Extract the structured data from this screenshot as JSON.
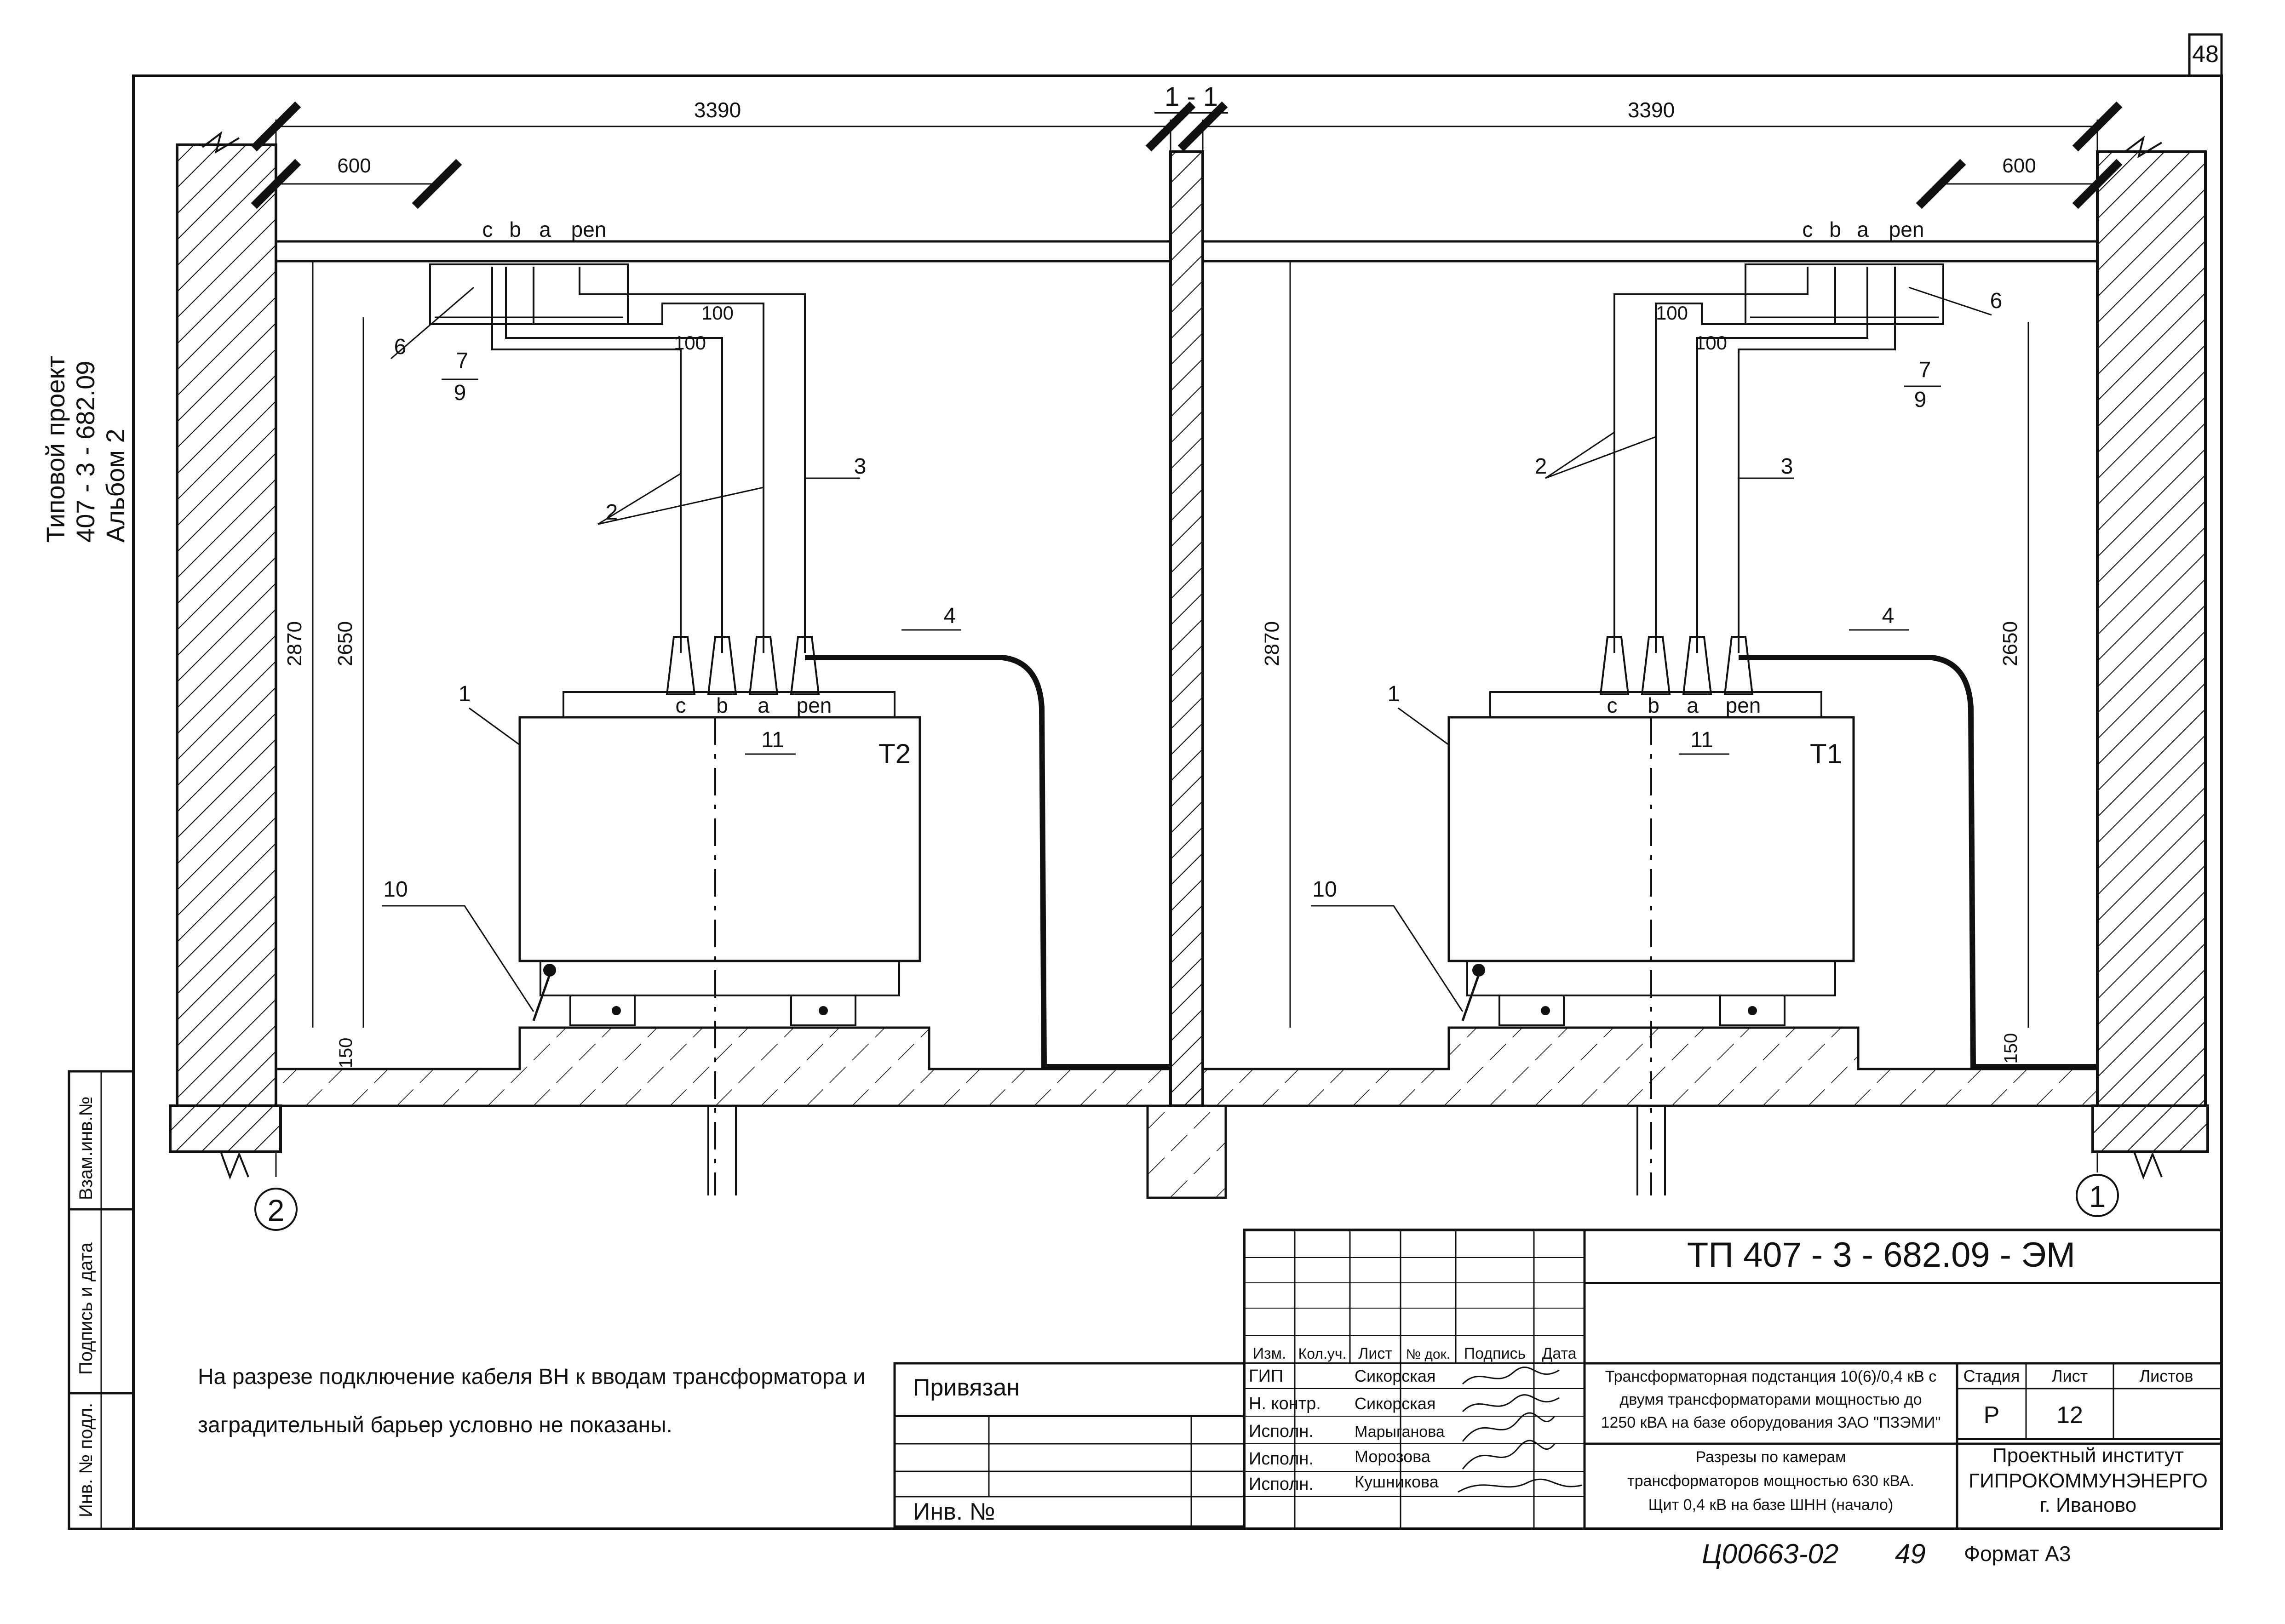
{
  "sheet": {
    "page_number": "48",
    "project": {
      "line1": "Типовой проект",
      "line2": "407 - 3 - 682.09",
      "line3": "Альбом 2"
    },
    "left_stamp": {
      "col1": "Взам.инв.№",
      "col2": "Подпись и дата",
      "col3": "Инв. № подл."
    },
    "section_label": "1 - 1",
    "note": {
      "line1": "На разрезе подключение кабеля ВН к вводам трансформатора и",
      "line2": "заградительный барьер условно не показаны."
    },
    "format": "Формат А3",
    "handwritten": {
      "code": "Ц00663-02",
      "num": "49"
    }
  },
  "dimensions": {
    "room_width_left": "3390",
    "room_width_right": "3390",
    "panel_offset_left": "600",
    "panel_offset_right": "600",
    "height_full": "2870",
    "height_inner": "2650",
    "base_height": "150",
    "gap_100_a": "100",
    "gap_100_b": "100"
  },
  "labels": {
    "phase_c": "c",
    "phase_b": "b",
    "phase_a": "a",
    "phase_pen": "pen",
    "transformer_left": "Т2",
    "transformer_right": "Т1",
    "axis_left": "2",
    "axis_right": "1",
    "pos": [
      "1",
      "2",
      "3",
      "4",
      "6",
      "7",
      "9",
      "10",
      "11"
    ]
  },
  "title_block": {
    "code": "ТП  407 - 3 - 682.09 - ЭМ",
    "headers": [
      "Изм.",
      "Кол.уч.",
      "Лист",
      "№ док.",
      "Подпись",
      "Дата"
    ],
    "roles": [
      {
        "role": "ГИП",
        "name": "Сикорская"
      },
      {
        "role": "Н. контр.",
        "name": "Сикорская"
      },
      {
        "role": "Исполн.",
        "name": "Марыганова"
      },
      {
        "role": "Исполн.",
        "name": "Морозова"
      },
      {
        "role": "Исполн.",
        "name": "Кушникова"
      }
    ],
    "description": {
      "line1": "Трансформаторная подстанция 10(6)/0,4 кВ с",
      "line2": "двумя трансформаторами мощностью до",
      "line3": "1250 кВА на базе оборудования ЗАО \"ПЗЭМИ\""
    },
    "sheet_title": {
      "line1": "Разрезы по камерам",
      "line2": "трансформаторов мощностью 630 кВА.",
      "line3": "Щит 0,4 кВ на базе ШНН (начало)"
    },
    "stage_header": "Стадия",
    "sheet_header": "Лист",
    "sheets_header": "Листов",
    "stage": "Р",
    "sheet_no": "12",
    "org": {
      "line1": "Проектный институт",
      "line2": "ГИПРОКОММУНЭНЕРГО",
      "line3": "г. Иваново"
    },
    "privyazan": "Привязан",
    "inv_no": "Инв. №"
  }
}
